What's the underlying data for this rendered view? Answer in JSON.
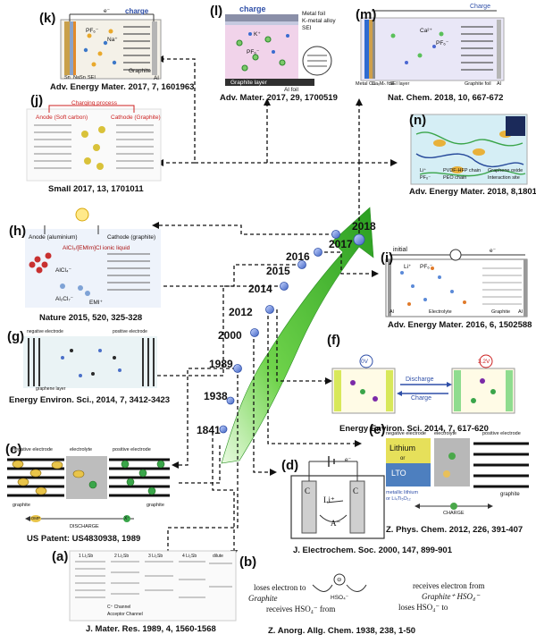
{
  "panels": {
    "k": {
      "label": "(k)",
      "citation": "Adv. Energy Mater. 2017, 7, 1601963",
      "charge": "charge",
      "electron": "e⁻",
      "anion": "PF₆⁻",
      "cation": "Na⁺",
      "left_labels": [
        "Sn",
        "NaSn",
        "SEI"
      ],
      "graphite": "Graphite",
      "al": "Al"
    },
    "l": {
      "label": "(l)",
      "citation": "Adv. Mater. 2017, 29, 1700519",
      "charge": "charge",
      "layers": [
        "Metal foil",
        "K-metal alloy",
        "SEI"
      ],
      "cation": "K⁺",
      "anion": "PF₆⁻",
      "bottom": [
        "Graphite layer",
        "Al foil"
      ]
    },
    "m": {
      "label": "(m)",
      "citation": "Nat. Chem. 2018, 10, 667-672",
      "charge": "Charge",
      "cation": "Ca²⁺",
      "anion": "PF₆⁻",
      "bottom": [
        "Metal Ca",
        "CaₓMₙ foil",
        "SEI layer",
        "Graphite foil",
        "Al"
      ]
    },
    "j": {
      "label": "(j)",
      "citation": "Small 2017, 13, 1701011",
      "process": "Charging process",
      "anode": "Anode (Soft carbon)",
      "cathode": "Cathode (Graphite)"
    },
    "n": {
      "label": "(n)",
      "citation": "Adv. Energy Mater. 2018, 8,1801219",
      "legend": [
        "Li⁺",
        "PVDF-HFP chain",
        "Graphene oxide",
        "PF₆⁻",
        "PEO chain",
        "Interaction site"
      ]
    },
    "h": {
      "label": "(h)",
      "citation": "Nature 2015, 520, 325-328",
      "anode": "Anode (aluminium)",
      "cathode": "Cathode (graphite)",
      "electrolyte": "AlCl₃/[EMIm]Cl ionic liquid",
      "species": [
        "AlCl₄⁻",
        "Al₂Cl₇⁻",
        "EMI⁺"
      ]
    },
    "i": {
      "label": "(i)",
      "citation": "Adv. Energy Mater. 2016, 6, 1502588",
      "initial": "initial",
      "electron": "e⁻",
      "al": "Al",
      "electrolyte": "Electrolyte",
      "graphite": "Graphite",
      "ions": [
        "Li⁺",
        "PF₆⁻"
      ]
    },
    "g": {
      "label": "(g)",
      "citation": "Energy  Environ. Sci., 2014, 7, 3412-3423",
      "negative": "negative electrode",
      "positive": "positive electrode",
      "bottom": "graphene layer"
    },
    "f": {
      "label": "(f)",
      "citation": "Energy Environ. Sci. 2014, 7, 617-620",
      "v1": "0V",
      "v2": "3.2V",
      "discharge": "Discharge",
      "charge": "Charge"
    },
    "e": {
      "label": "(e)",
      "citation": "Z. Phys. Chem. 2012, 226, 391-407",
      "negative": "negative electrode",
      "electrolyte": "electrolyte",
      "positive": "positive electrode",
      "lithium": "Lithium",
      "or": "or",
      "lto": "LTO",
      "metallic": "metallic lithium",
      "metallic2": "or Li₄Ti₅O₁₂",
      "graphite": "graphite",
      "charge": "CHARGE"
    },
    "c": {
      "label": "(c)",
      "citation": "US Patent: US4830938, 1989",
      "negative": "negative electrode",
      "electrolyte": "electrolyte",
      "positive": "positive electrode",
      "graphite_left": "graphite",
      "graphite_right": "graphite",
      "discharge": "DISCHARGE",
      "ion_left": "DMP",
      "ion_right": "X⁻"
    },
    "d": {
      "label": "(d)",
      "citation": "J. Electrochem. Soc. 2000, 147, 899-901",
      "c1": "C",
      "c2": "C",
      "li": "Li⁺",
      "a": "A⁻",
      "e": "e⁻"
    },
    "a": {
      "label": "(a)",
      "citation": "J. Mater. Res. 1989, 4, 1560-1568",
      "stages": [
        "1 Li₂Sb",
        "2 Li₂Sb",
        "3 Li₂Sb",
        "4 Li₂Sb",
        "dilute"
      ],
      "n1": "C⁺ Channel",
      "n2": "Acceptor Channel"
    },
    "b": {
      "label": "(b)",
      "citation": "Z. Anorg. Allg. Chem. 1938, 238, 1-50",
      "l1": "loses electron to",
      "l2": "Graphite",
      "l3": "receives HSO₄⁻ from",
      "r1": "receives electron from",
      "r2": "Graphite⁺ HSO₄⁻",
      "r3": "loses HSO₄⁻ to",
      "sym1": "⊖",
      "sym2": "HSO₄⁻"
    }
  },
  "timeline": {
    "years": [
      "2018",
      "2017",
      "2016",
      "2015",
      "2014",
      "2012",
      "2000",
      "1989",
      "1938",
      "1841"
    ]
  },
  "colors": {
    "arrow": "#3cb531",
    "arrow_light": "#9be07a",
    "node": "#5b7fd6",
    "dash": "#111111"
  }
}
